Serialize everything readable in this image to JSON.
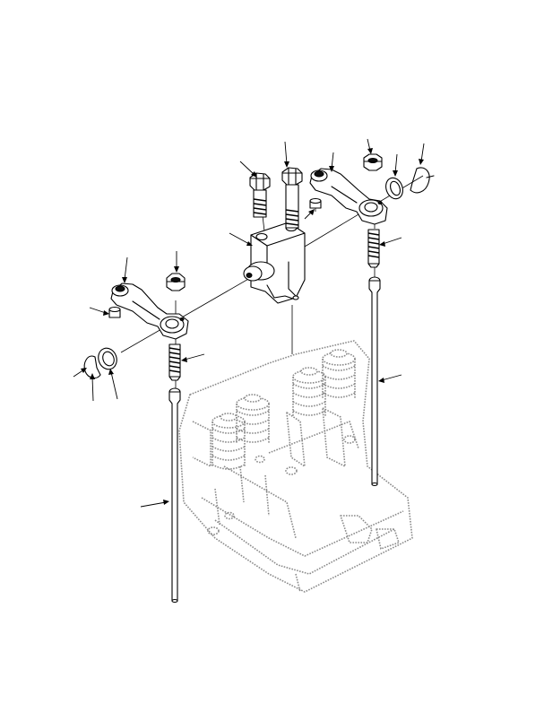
{
  "figure": {
    "callouts": [],
    "parts": [
      "rocker-arm-left",
      "rocker-arm-right",
      "rocker-shaft-support",
      "mounting-bolt",
      "adjusting-screw",
      "lock-nut",
      "push-rod",
      "retaining-ring",
      "thrust-washer",
      "valve-cap",
      "cylinder-head"
    ]
  }
}
